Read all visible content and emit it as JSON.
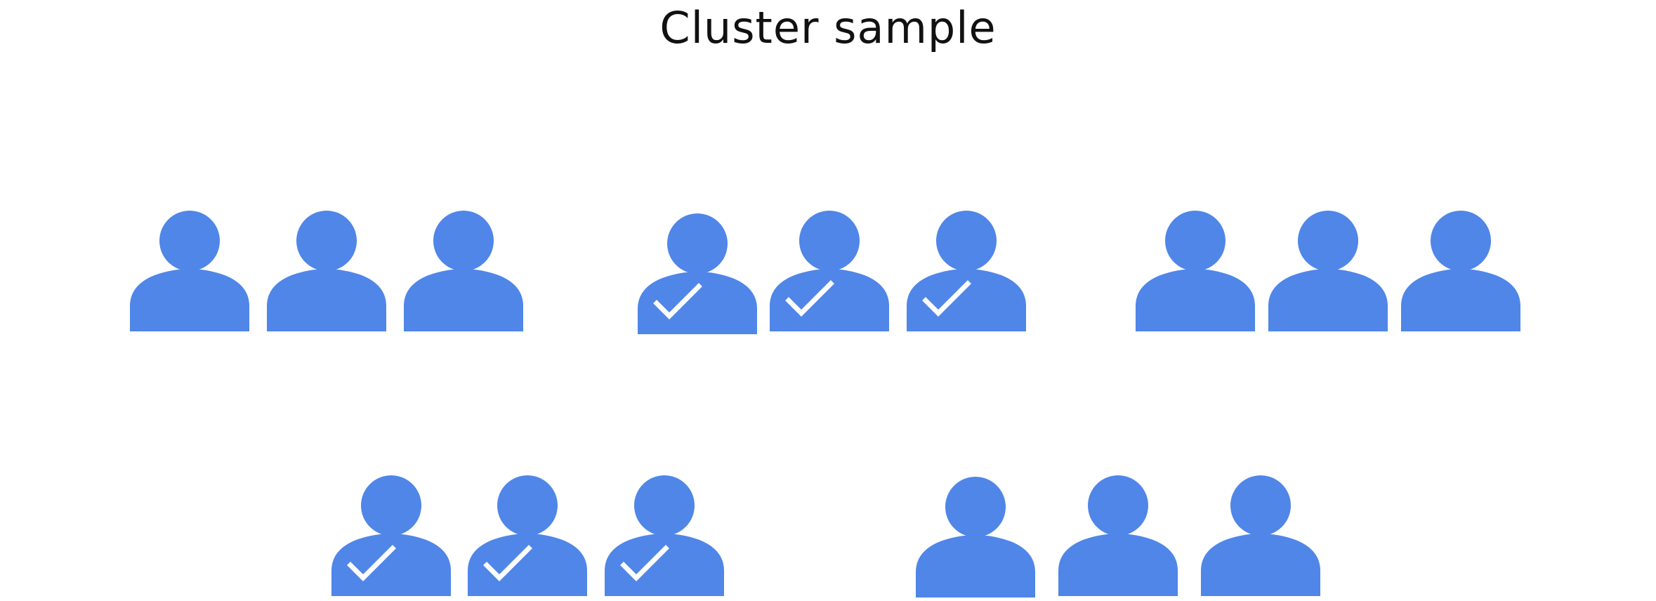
{
  "title": "Cluster sample",
  "colors": {
    "person": "#4f86e8",
    "check": "#ffffff",
    "background": "#ffffff",
    "title": "#111111"
  },
  "icon": "person-icon",
  "check_icon": "checkmark-icon",
  "clusters": [
    {
      "people": 3,
      "selected": false
    },
    {
      "people": 3,
      "selected": true
    },
    {
      "people": 3,
      "selected": false
    },
    {
      "people": 3,
      "selected": true
    },
    {
      "people": 3,
      "selected": false
    }
  ]
}
